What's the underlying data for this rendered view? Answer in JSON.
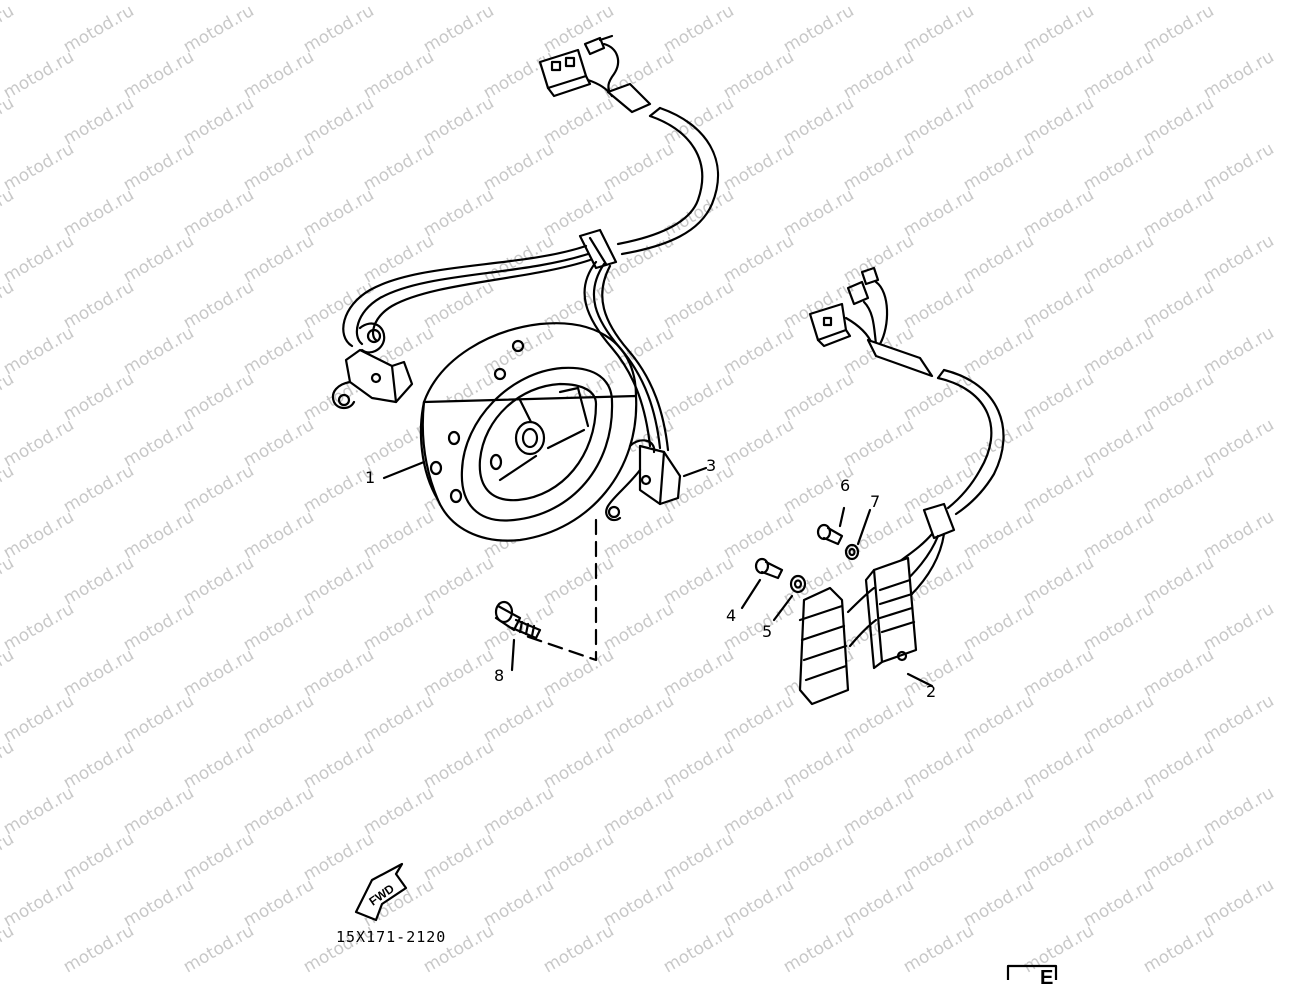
{
  "diagram": {
    "watermark_text": "motod.ru",
    "part_code": "15X171-2120",
    "fwd_label": "FWD",
    "corner_letter": "E",
    "callouts": [
      {
        "id": "callout-1",
        "label": "1"
      },
      {
        "id": "callout-2",
        "label": "2"
      },
      {
        "id": "callout-3",
        "label": "3"
      },
      {
        "id": "callout-4",
        "label": "4"
      },
      {
        "id": "callout-5",
        "label": "5"
      },
      {
        "id": "callout-6",
        "label": "6"
      },
      {
        "id": "callout-7",
        "label": "7"
      },
      {
        "id": "callout-8",
        "label": "8"
      }
    ]
  }
}
